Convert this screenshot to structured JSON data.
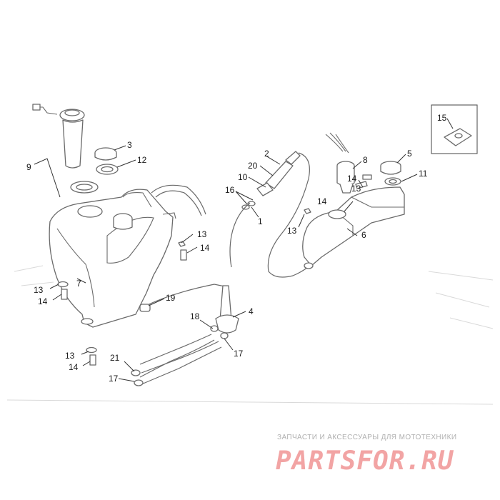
{
  "diagram": {
    "callouts": {
      "c1": "1",
      "c2": "2",
      "c3": "3",
      "c4": "4",
      "c5": "5",
      "c6": "6",
      "c7": "7",
      "c8": "8",
      "c9": "9",
      "c10": "10",
      "c11": "11",
      "c12": "12",
      "c13a": "13",
      "c13b": "13",
      "c13c": "13",
      "c13d": "13",
      "c14a": "14",
      "c14b": "14",
      "c14c": "14",
      "c14d": "14",
      "c14e": "14",
      "c15": "15",
      "c16": "16",
      "c17a": "17",
      "c17b": "17",
      "c18": "18",
      "c19": "19",
      "c20": "20",
      "c21": "21"
    }
  },
  "watermark": {
    "subtitle": "ЗАПЧАСТИ И АКСЕССУАРЫ ДЛЯ МОТОТЕХНИКИ",
    "logo_text": "PARTSFOR.RU",
    "logo_color": "#f2a4a4"
  }
}
